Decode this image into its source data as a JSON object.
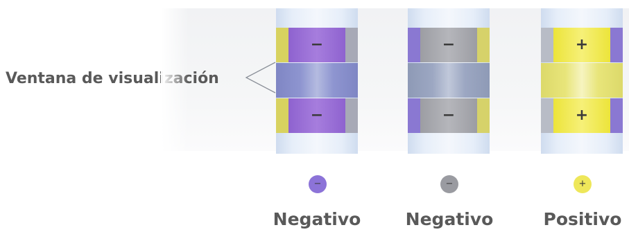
{
  "window_label": "Ventana de visualización",
  "strips": [
    {
      "id": "strip-1",
      "top_sign": "−",
      "bottom_sign": "−",
      "indicator_sign": "−",
      "result_label": "Negativo",
      "pad_color": "#9b6fd6",
      "edge_left_color": "#d8d260",
      "edge_right_color": "#a7a9b6",
      "band_color": "#8c92cc",
      "indicator_color": "#8c73d8"
    },
    {
      "id": "strip-2",
      "top_sign": "−",
      "bottom_sign": "−",
      "indicator_sign": "−",
      "result_label": "Negativo",
      "pad_color": "#a8a9ae",
      "edge_left_color": "#8a78d2",
      "edge_right_color": "#d6d26a",
      "band_color": "#9aa5bf",
      "indicator_color": "#9a9ba1"
    },
    {
      "id": "strip-3",
      "top_sign": "+",
      "bottom_sign": "+",
      "indicator_sign": "+",
      "result_label": "Positivo",
      "pad_color": "#f0ea4a",
      "edge_left_color": "#b8bcc6",
      "edge_right_color": "#8a78d2",
      "band_color": "#e8e57a",
      "indicator_color": "#eee75a"
    }
  ]
}
